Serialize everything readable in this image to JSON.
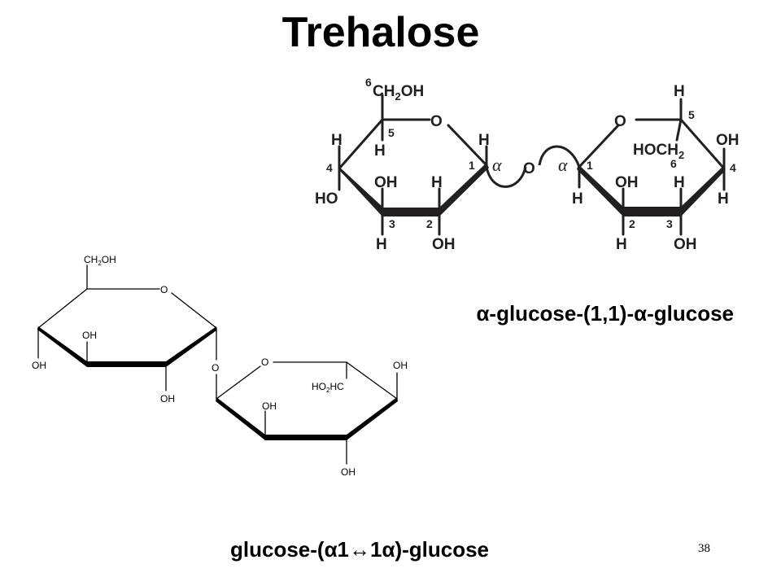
{
  "slide": {
    "title": "Trehalose",
    "caption_top": "α-glucose-(1,1)-α-glucose",
    "caption_bottom": "glucose-(α1↔1α)-glucose",
    "slide_number": "38"
  },
  "top_structure": {
    "left_ring": {
      "c6_label": "CH",
      "c6_sub": "2",
      "c6_tail": "OH",
      "c6_number": "6",
      "ring_oxygen": "O",
      "numbers": [
        "5",
        "1",
        "4",
        "3",
        "2"
      ],
      "labels": [
        "H",
        "H",
        "H",
        "HO",
        "OH",
        "H",
        "H",
        "OH"
      ]
    },
    "right_ring": {
      "ring_oxygen": "O",
      "c5_h": "H",
      "c5_number": "5",
      "c6_label": "HOCH",
      "c6_sub": "2",
      "c6_number": "6",
      "numbers": [
        "1",
        "4",
        "2",
        "3"
      ],
      "labels": [
        "OH",
        "H",
        "H",
        "OH",
        "H",
        "H",
        "OH"
      ]
    },
    "bridge_oxygen": "O",
    "alpha_left": "α",
    "alpha_right": "α"
  },
  "bottom_structure": {
    "left_ring": {
      "ch2oh": "CH",
      "ch2oh_sub": "2",
      "ch2oh_tail": "OH",
      "ring_oxygen": "O",
      "labels": [
        "OH",
        "OH",
        "OH"
      ]
    },
    "bridge_oxygen": "O",
    "right_ring": {
      "ring_oxygen": "O",
      "ho2hc": "HO",
      "ho2hc_sub": "2",
      "ho2hc_tail": "HC",
      "labels": [
        "OH",
        "OH",
        "OH"
      ]
    }
  }
}
